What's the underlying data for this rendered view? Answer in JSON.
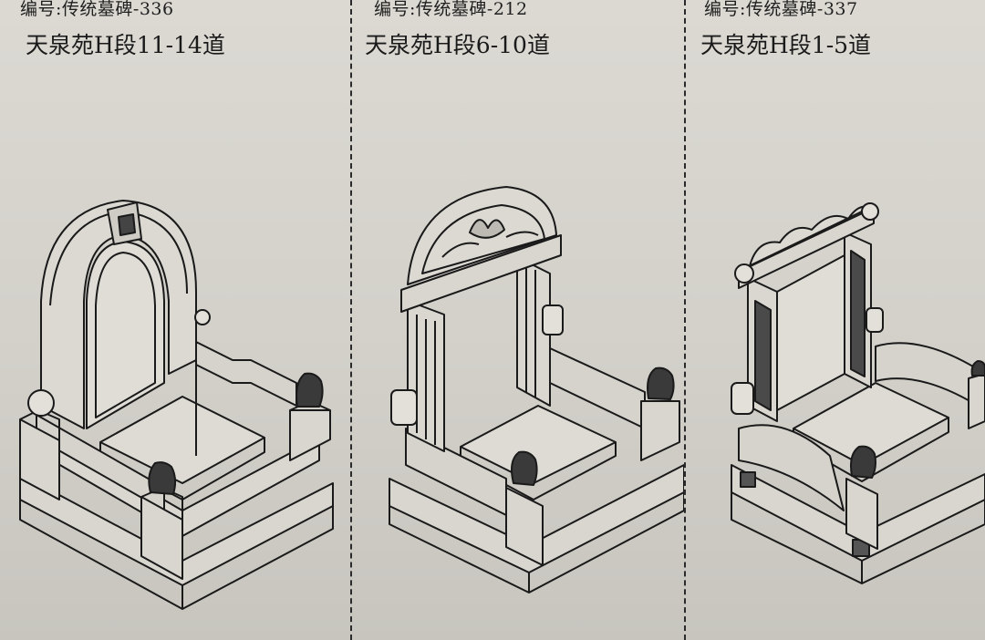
{
  "items": [
    {
      "code": "编号:传统墓碑-336",
      "location": "天泉苑H段11-14道"
    },
    {
      "code": "编号:传统墓碑-212",
      "location": "天泉苑H段6-10道"
    },
    {
      "code": "编号:传统墓碑-337",
      "location": "天泉苑H段1-5道"
    }
  ],
  "colors": {
    "paper": "#d8d5cf",
    "ink": "#1a1a1a"
  }
}
